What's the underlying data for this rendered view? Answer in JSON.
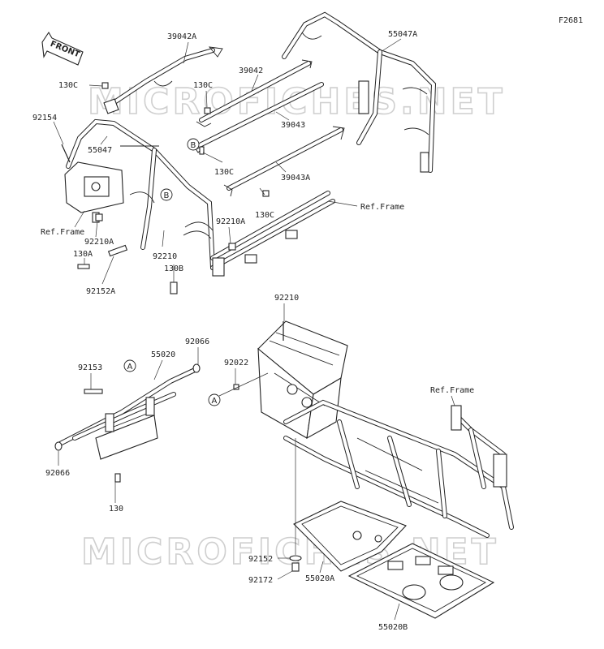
{
  "figure_code": "F2681",
  "watermark": "MICROFICHES.NET",
  "front_arrow": "FRONT",
  "callouts": {
    "A": "A",
    "B": "B"
  },
  "labels": {
    "l39042A": "39042A",
    "l55047A": "55047A",
    "l39042": "39042",
    "l130C_1": "130C",
    "l130C_2": "130C",
    "l130C_3": "130C",
    "l130C_4": "130C",
    "l92154": "92154",
    "l55047": "55047",
    "l39043": "39043",
    "l39043A": "39043A",
    "lRefFrame_1": "Ref.Frame",
    "lRefFrame_2": "Ref.Frame",
    "lRefFrame_3": "Ref.Frame",
    "l92210A_1": "92210A",
    "l92210A_2": "92210A",
    "l130A": "130A",
    "l92210_1": "92210",
    "l130B": "130B",
    "l92152A": "92152A",
    "l92210_2": "92210",
    "l92066_1": "92066",
    "l55020": "55020",
    "l92153": "92153",
    "l92022": "92022",
    "l92066_2": "92066",
    "l130": "130",
    "l92152": "92152",
    "l92172": "92172",
    "l55020A": "55020A",
    "l55020B": "55020B"
  }
}
